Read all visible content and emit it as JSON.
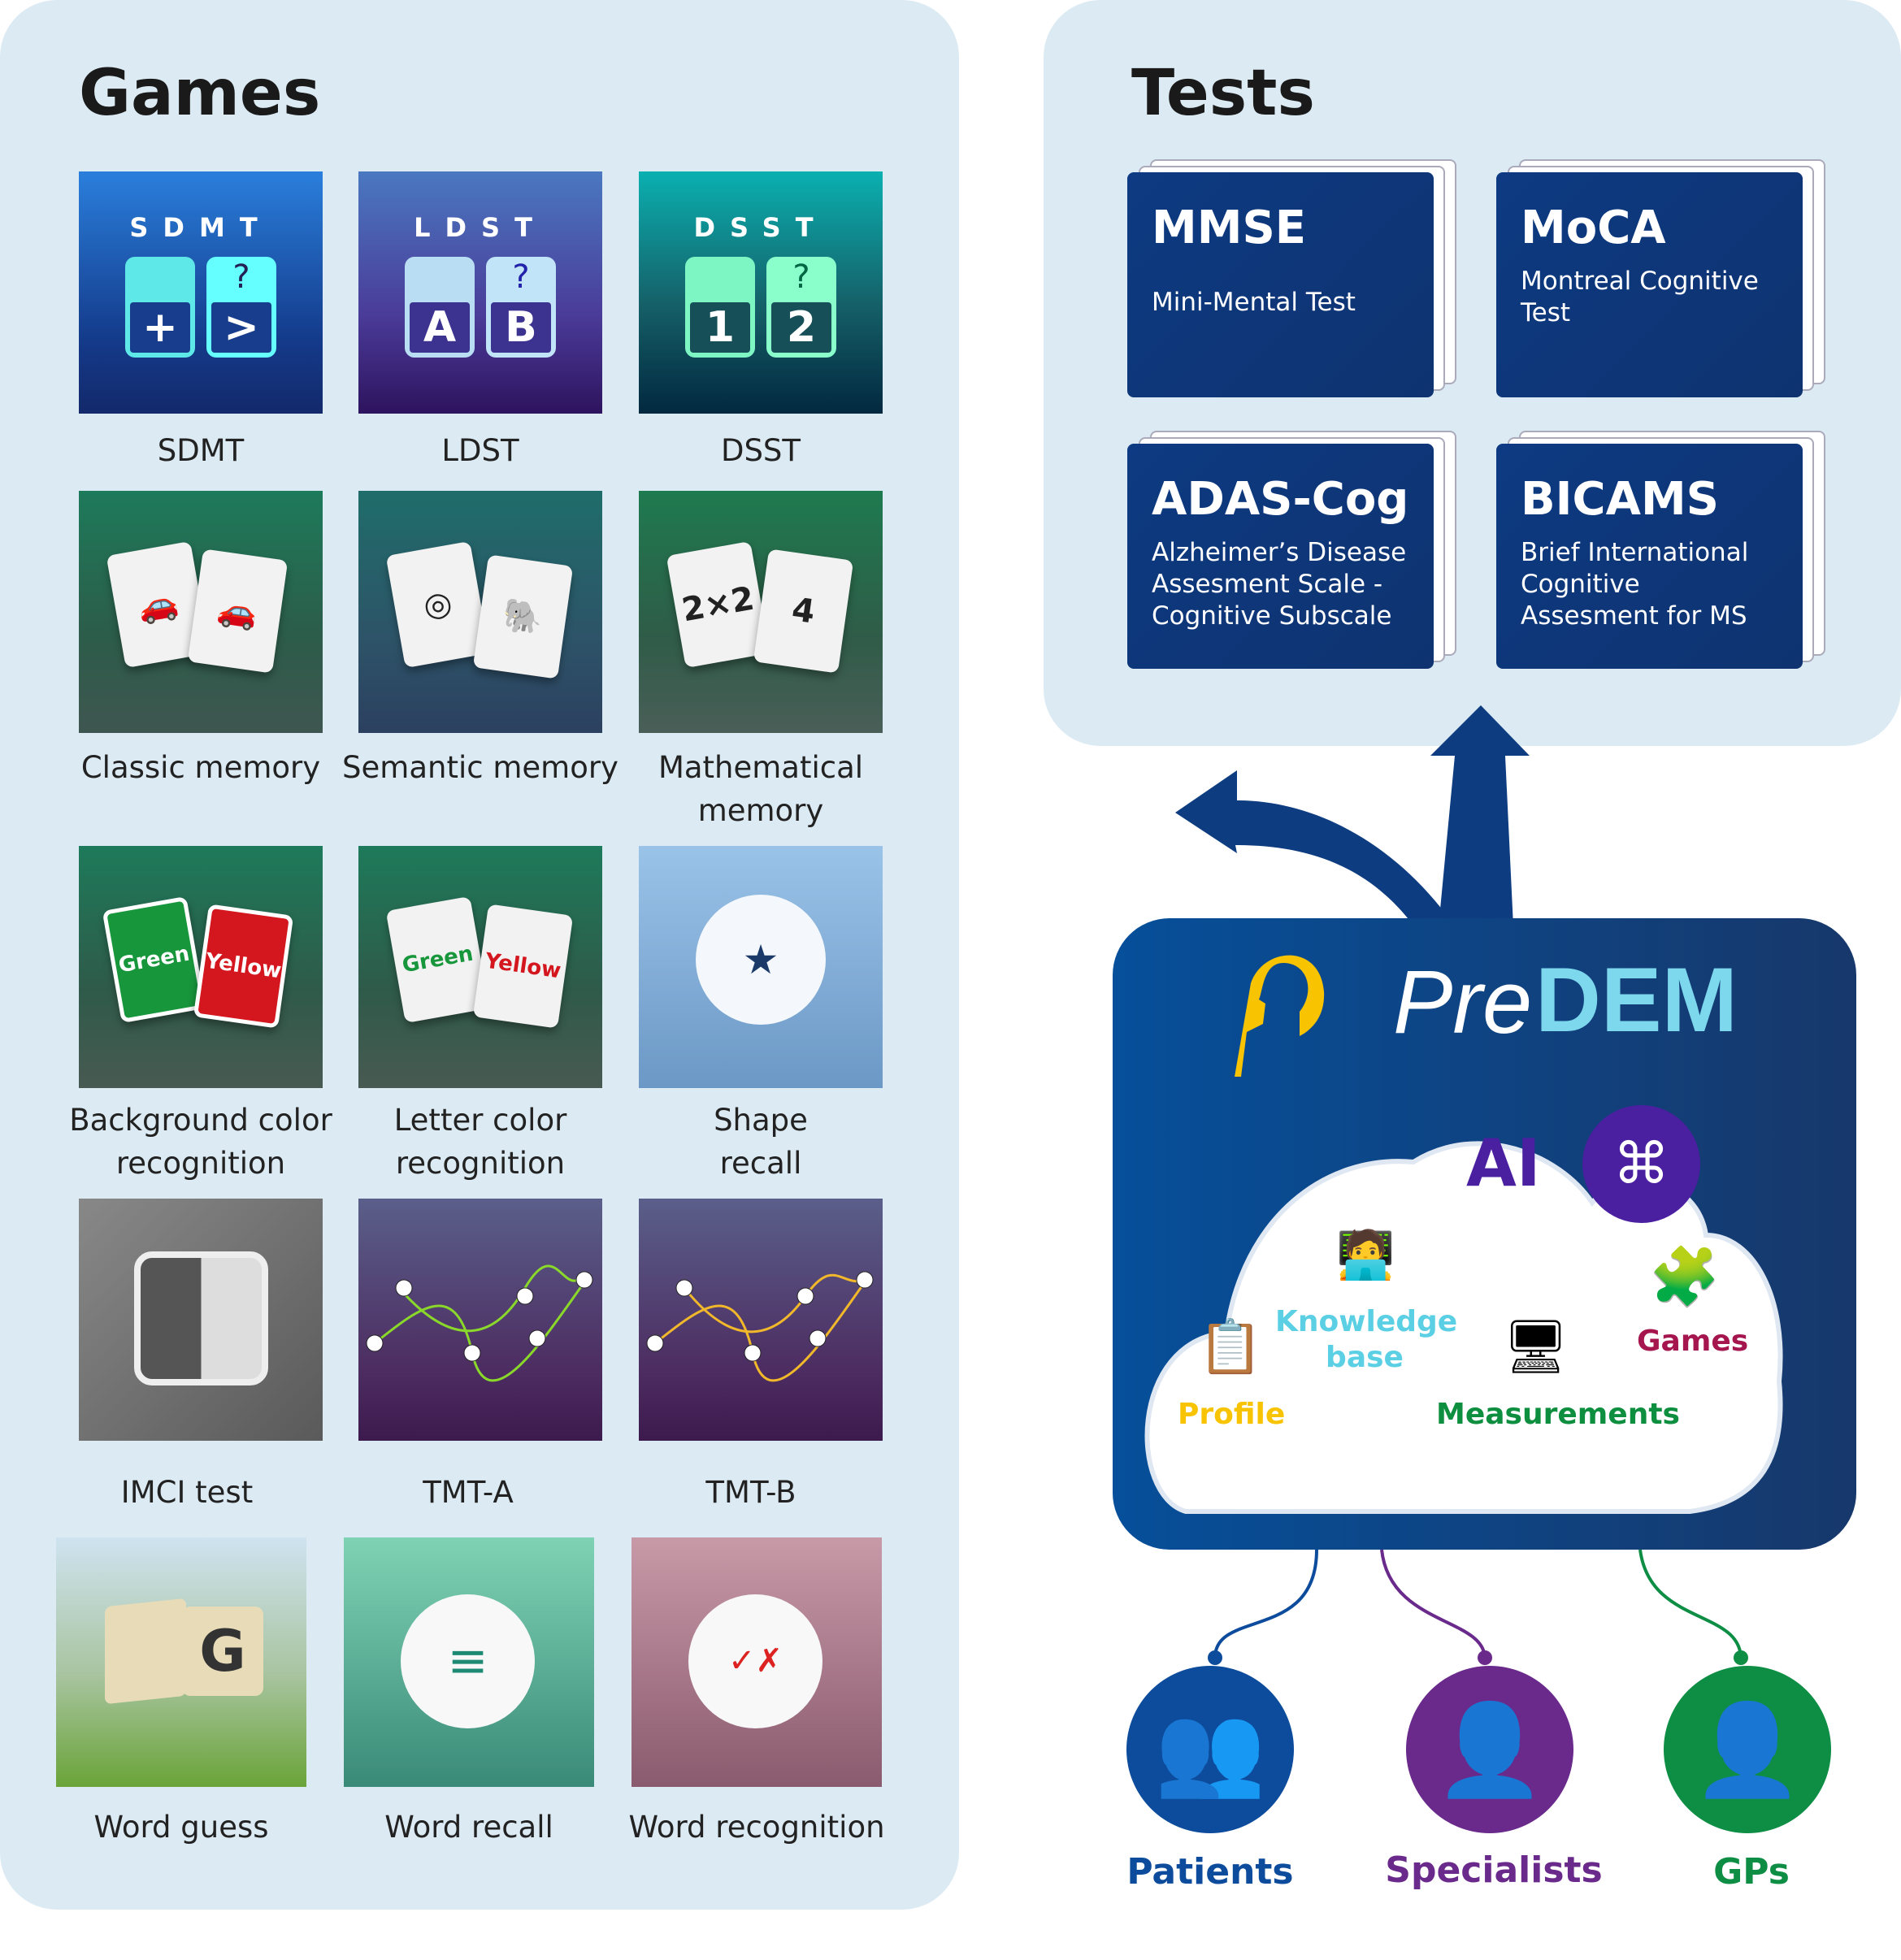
{
  "games": {
    "title": "Games",
    "items": [
      {
        "label": "SDMT",
        "abbr": "SDMT",
        "keys": [
          "+",
          ">"
        ]
      },
      {
        "label": "LDST",
        "abbr": "LDST",
        "keys": [
          "A",
          "B"
        ]
      },
      {
        "label": "DSST",
        "abbr": "DSST",
        "keys": [
          "1",
          "2"
        ]
      },
      {
        "label": "Classic memory"
      },
      {
        "label": "Semantic memory"
      },
      {
        "label": "Mathematical memory",
        "cards": [
          "2×2",
          "4"
        ]
      },
      {
        "label": "Background color recognition",
        "cards": [
          "Green",
          "Yellow"
        ]
      },
      {
        "label": "Letter color recognition",
        "cards": [
          "Green",
          "Yellow"
        ]
      },
      {
        "label": "Shape recall"
      },
      {
        "label": "IMCI test"
      },
      {
        "label": "TMT-A"
      },
      {
        "label": "TMT-B"
      },
      {
        "label": "Word guess",
        "letter": "G"
      },
      {
        "label": "Word recall"
      },
      {
        "label": "Word recognition"
      }
    ]
  },
  "tests": {
    "title": "Tests",
    "items": [
      {
        "title": "MMSE",
        "subtitle": "Mini-Mental Test"
      },
      {
        "title": "MoCA",
        "subtitle": "Montreal Cognitive Test"
      },
      {
        "title": "ADAS-Cog",
        "subtitle": "Alzheimer’s Disease Assesment Scale - Cognitive Subscale"
      },
      {
        "title": "BICAMS",
        "subtitle": "Brief International Cognitive Assesment for MS"
      }
    ]
  },
  "predem": {
    "logo_pre": "Pre",
    "logo_dem": "DEM",
    "ai": "AI",
    "modules": {
      "knowledge": "Knowledge base",
      "games": "Games",
      "profile": "Profile",
      "measurements": "Measurements"
    }
  },
  "users": [
    {
      "label": "Patients",
      "color": "#0d4c9c"
    },
    {
      "label": "Specialists",
      "color": "#6a2a8c"
    },
    {
      "label": "GPs",
      "color": "#0e8e45"
    }
  ]
}
